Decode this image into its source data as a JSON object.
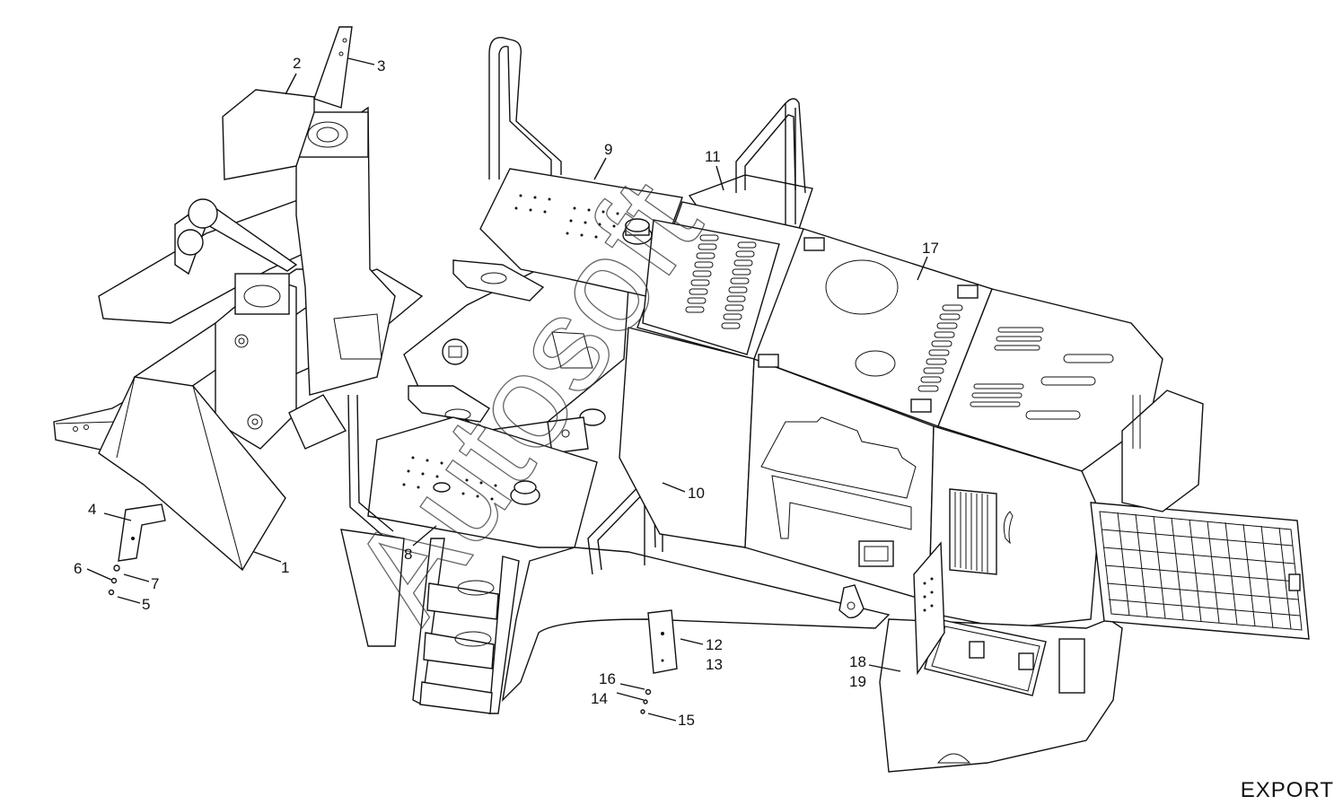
{
  "diagram": {
    "footer": "EXPORT",
    "callouts": [
      "1",
      "2",
      "3",
      "4",
      "5",
      "6",
      "7",
      "8",
      "9",
      "10",
      "11",
      "12",
      "13",
      "14",
      "15",
      "16",
      "17",
      "18",
      "19"
    ],
    "watermark": "Autosoft",
    "colors": {
      "line": "#111111",
      "background": "#ffffff"
    }
  }
}
